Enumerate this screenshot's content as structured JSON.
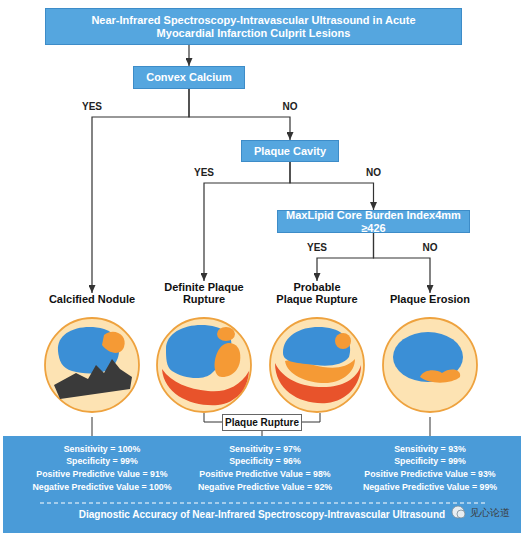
{
  "diagram": {
    "nodes": [
      {
        "text": [
          "Near-Infrared Spectroscopy-Intravascular Ultrasound in Acute Myocardial Infarction Culprit Lesions"
        ]
      },
      {
        "text": [
          "Convex Calcium"
        ]
      },
      {
        "text": [
          "Plaque Cavity"
        ]
      },
      {
        "text": [
          "MaxLipid Core Burden Index4mm ≥426"
        ]
      },
      {
        "text": [
          "Calcified Nodule"
        ]
      },
      {
        "text": [
          "Definite Plaque Rupture"
        ]
      },
      {
        "text": [
          "Probable Plaque Rupture"
        ]
      },
      {
        "text": [
          "Plaque Erosion"
        ]
      },
      {
        "text": [
          "Plaque Rupture"
        ]
      },
      {
        "text": [
          "Sensitivity = 100%",
          "Specificity = 99%",
          "Positive Predictive Value = 91%",
          "Negative Predictive Value = 100%",
          "Sensitivity = 97%",
          "Specificity = 96%",
          "Positive Predictive Value = 98%",
          "Negative Predictive Value = 92%",
          "Sensitivity = 93%",
          "Specificity = 99%",
          "Positive Predictive Value = 93%",
          "Negative Predictive Value = 99%",
          "Diagnostic Accuracy of Near-Infrared Spectroscopy-Intravascular Ultrasound"
        ]
      }
    ],
    "edges": [
      {
        "from": 0,
        "to": 1,
        "arrow": "to"
      },
      {
        "from": 1,
        "to": 4,
        "label": "YES",
        "arrow": "to"
      },
      {
        "from": 1,
        "to": 2,
        "label": "NO",
        "arrow": "to"
      },
      {
        "from": 2,
        "to": 5,
        "label": "YES",
        "arrow": "to"
      },
      {
        "from": 2,
        "to": 3,
        "label": "NO",
        "arrow": "to"
      },
      {
        "from": 3,
        "to": 6,
        "label": "YES",
        "arrow": "to"
      },
      {
        "from": 3,
        "to": 7,
        "label": "NO",
        "arrow": "to"
      }
    ],
    "labels": [
      "见心论道"
    ]
  }
}
